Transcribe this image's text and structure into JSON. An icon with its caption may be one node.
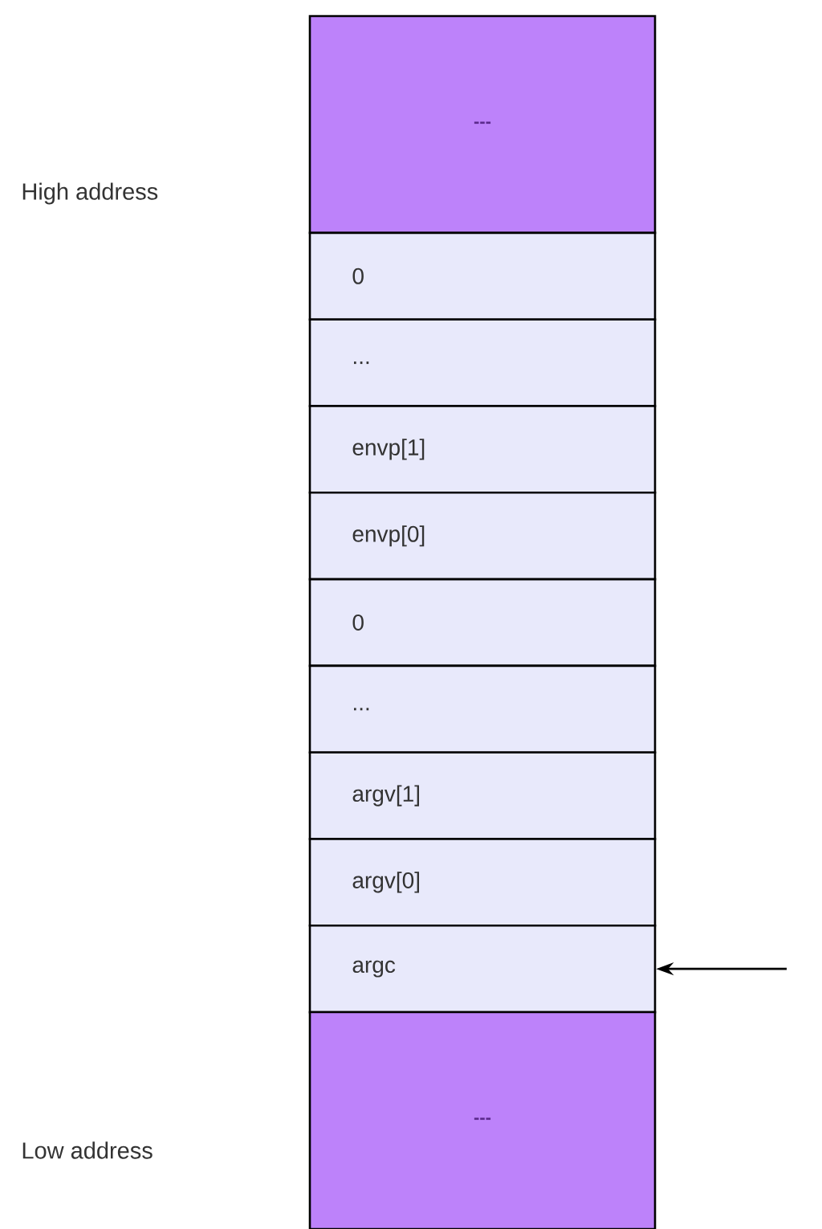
{
  "diagram": {
    "nodes": [
      {
        "text": [
          "---"
        ]
      },
      {
        "text": [
          "0"
        ]
      },
      {
        "text": [
          "..."
        ]
      },
      {
        "text": [
          "envp[1]"
        ]
      },
      {
        "text": [
          "envp[0]"
        ]
      },
      {
        "text": [
          "0"
        ]
      },
      {
        "text": [
          "..."
        ]
      },
      {
        "text": [
          "argv[1]"
        ]
      },
      {
        "text": [
          "argv[0]"
        ]
      },
      {
        "text": [
          "argc"
        ]
      },
      {
        "text": [
          "---"
        ]
      }
    ],
    "edges": [
      {
        "from": null,
        "to": 9,
        "arrow": "to"
      }
    ],
    "labels": [
      "High address",
      "Low address"
    ]
  }
}
